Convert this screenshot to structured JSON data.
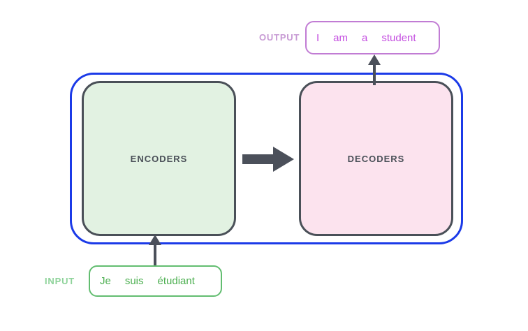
{
  "diagram": {
    "title": "transformer-encoder-decoder-overview",
    "background_color": "#ffffff",
    "outer_container": {
      "name": "transformer-model",
      "border_color": "#1b3ae8"
    },
    "blocks": [
      {
        "id": "encoders",
        "label": "ENCODERS",
        "fill_color": "#e2f2e2",
        "border_color": "#4a5058",
        "text_color": "#4a5058"
      },
      {
        "id": "decoders",
        "label": "DECODERS",
        "fill_color": "#fce3ee",
        "border_color": "#4a5058",
        "text_color": "#4a5058"
      }
    ],
    "arrows": [
      {
        "id": "encoders-to-decoders",
        "direction": "right",
        "color": "#4b505a"
      },
      {
        "id": "input-to-encoders",
        "direction": "up",
        "color": "#4b505a"
      },
      {
        "id": "decoders-to-output",
        "direction": "up",
        "color": "#4b505a"
      }
    ],
    "input": {
      "label": "INPUT",
      "label_color": "#8ed39a",
      "border_color": "#62bd70",
      "text_color": "#4caf50",
      "tokens": [
        "Je",
        "suis",
        "étudiant"
      ]
    },
    "output": {
      "label": "OUTPUT",
      "label_color": "#c79ad4",
      "border_color": "#c17cd4",
      "text_color": "#c44ee0",
      "tokens": [
        "I",
        "am",
        "a",
        "student"
      ]
    }
  }
}
